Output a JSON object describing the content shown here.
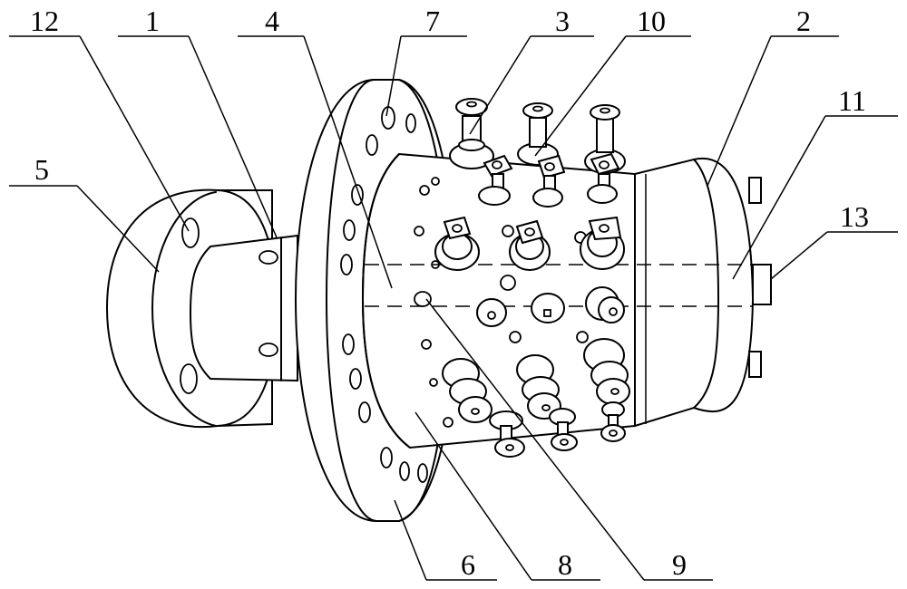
{
  "labels": [
    {
      "id": "12",
      "text": "12"
    },
    {
      "id": "1",
      "text": "1"
    },
    {
      "id": "4",
      "text": "4"
    },
    {
      "id": "7",
      "text": "7"
    },
    {
      "id": "3",
      "text": "3"
    },
    {
      "id": "10",
      "text": "10"
    },
    {
      "id": "2",
      "text": "2"
    },
    {
      "id": "11",
      "text": "11"
    },
    {
      "id": "5",
      "text": "5"
    },
    {
      "id": "13",
      "text": "13"
    },
    {
      "id": "6",
      "text": "6"
    },
    {
      "id": "8",
      "text": "8"
    },
    {
      "id": "9",
      "text": "9"
    }
  ]
}
